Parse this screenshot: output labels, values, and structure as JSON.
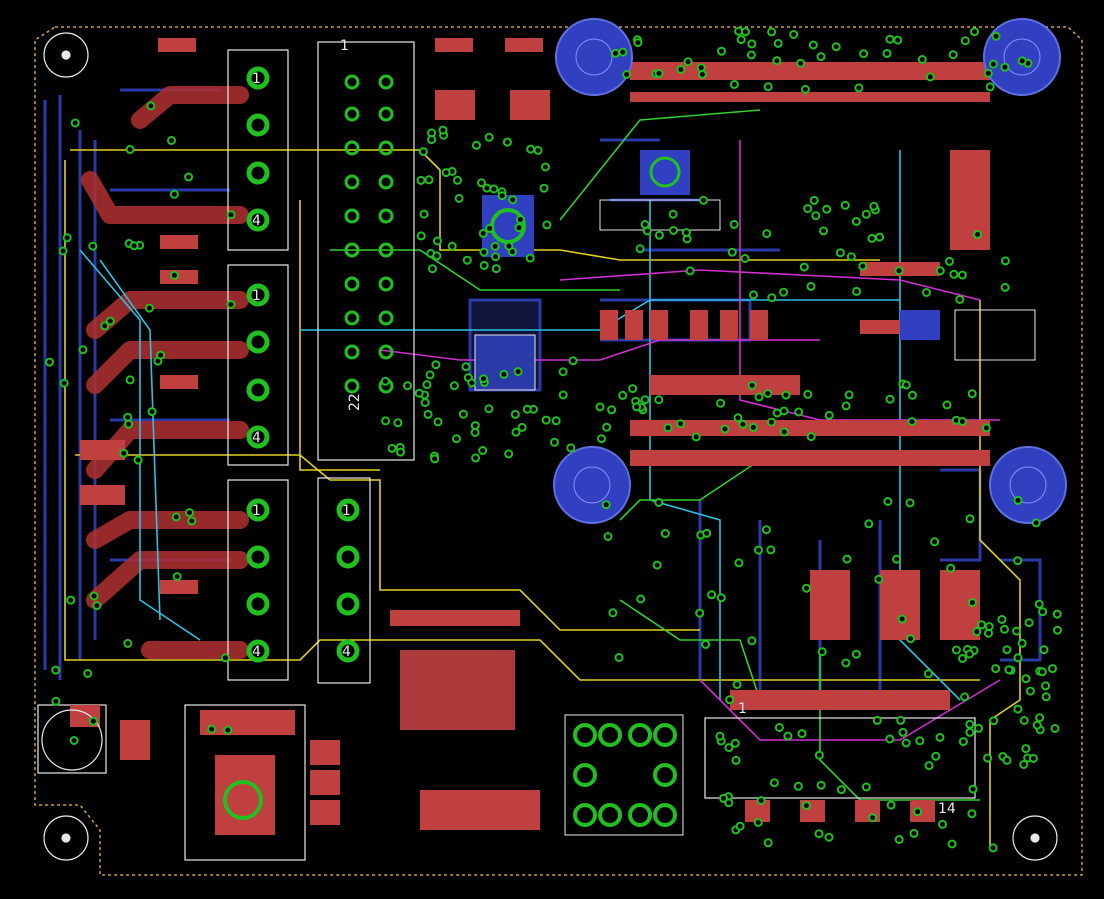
{
  "board": {
    "colors": {
      "background": "#000000",
      "outline": "#c8a050",
      "top_copper": "#b03030",
      "pad_top": "#c04040",
      "bottom_copper": "#2a3aa8",
      "via": "#20c020",
      "hole": "#101040",
      "silk": "#e8e8e8",
      "trace_yellow": "#e0d020",
      "trace_cyan": "#30c0e0",
      "trace_magenta": "#d030d0",
      "trace_green": "#30d030",
      "mount_pad": "#3040c0"
    },
    "labels": {
      "conn_a_pin1": "1",
      "conn_a_pin4": "4",
      "conn_b_pin1": "1",
      "conn_b_pin4": "4",
      "conn_c_pin1": "1",
      "conn_c_pin4": "4",
      "conn_d_pin1": "1",
      "conn_d_pin4": "4",
      "header_pin22": "22",
      "header_pin1": "1",
      "ic_pin1": "1",
      "ic_pin14": "14"
    },
    "icons": [
      "mounting-hole-icon",
      "via-icon",
      "pad-icon",
      "ic-footprint-icon",
      "connector-icon"
    ]
  }
}
